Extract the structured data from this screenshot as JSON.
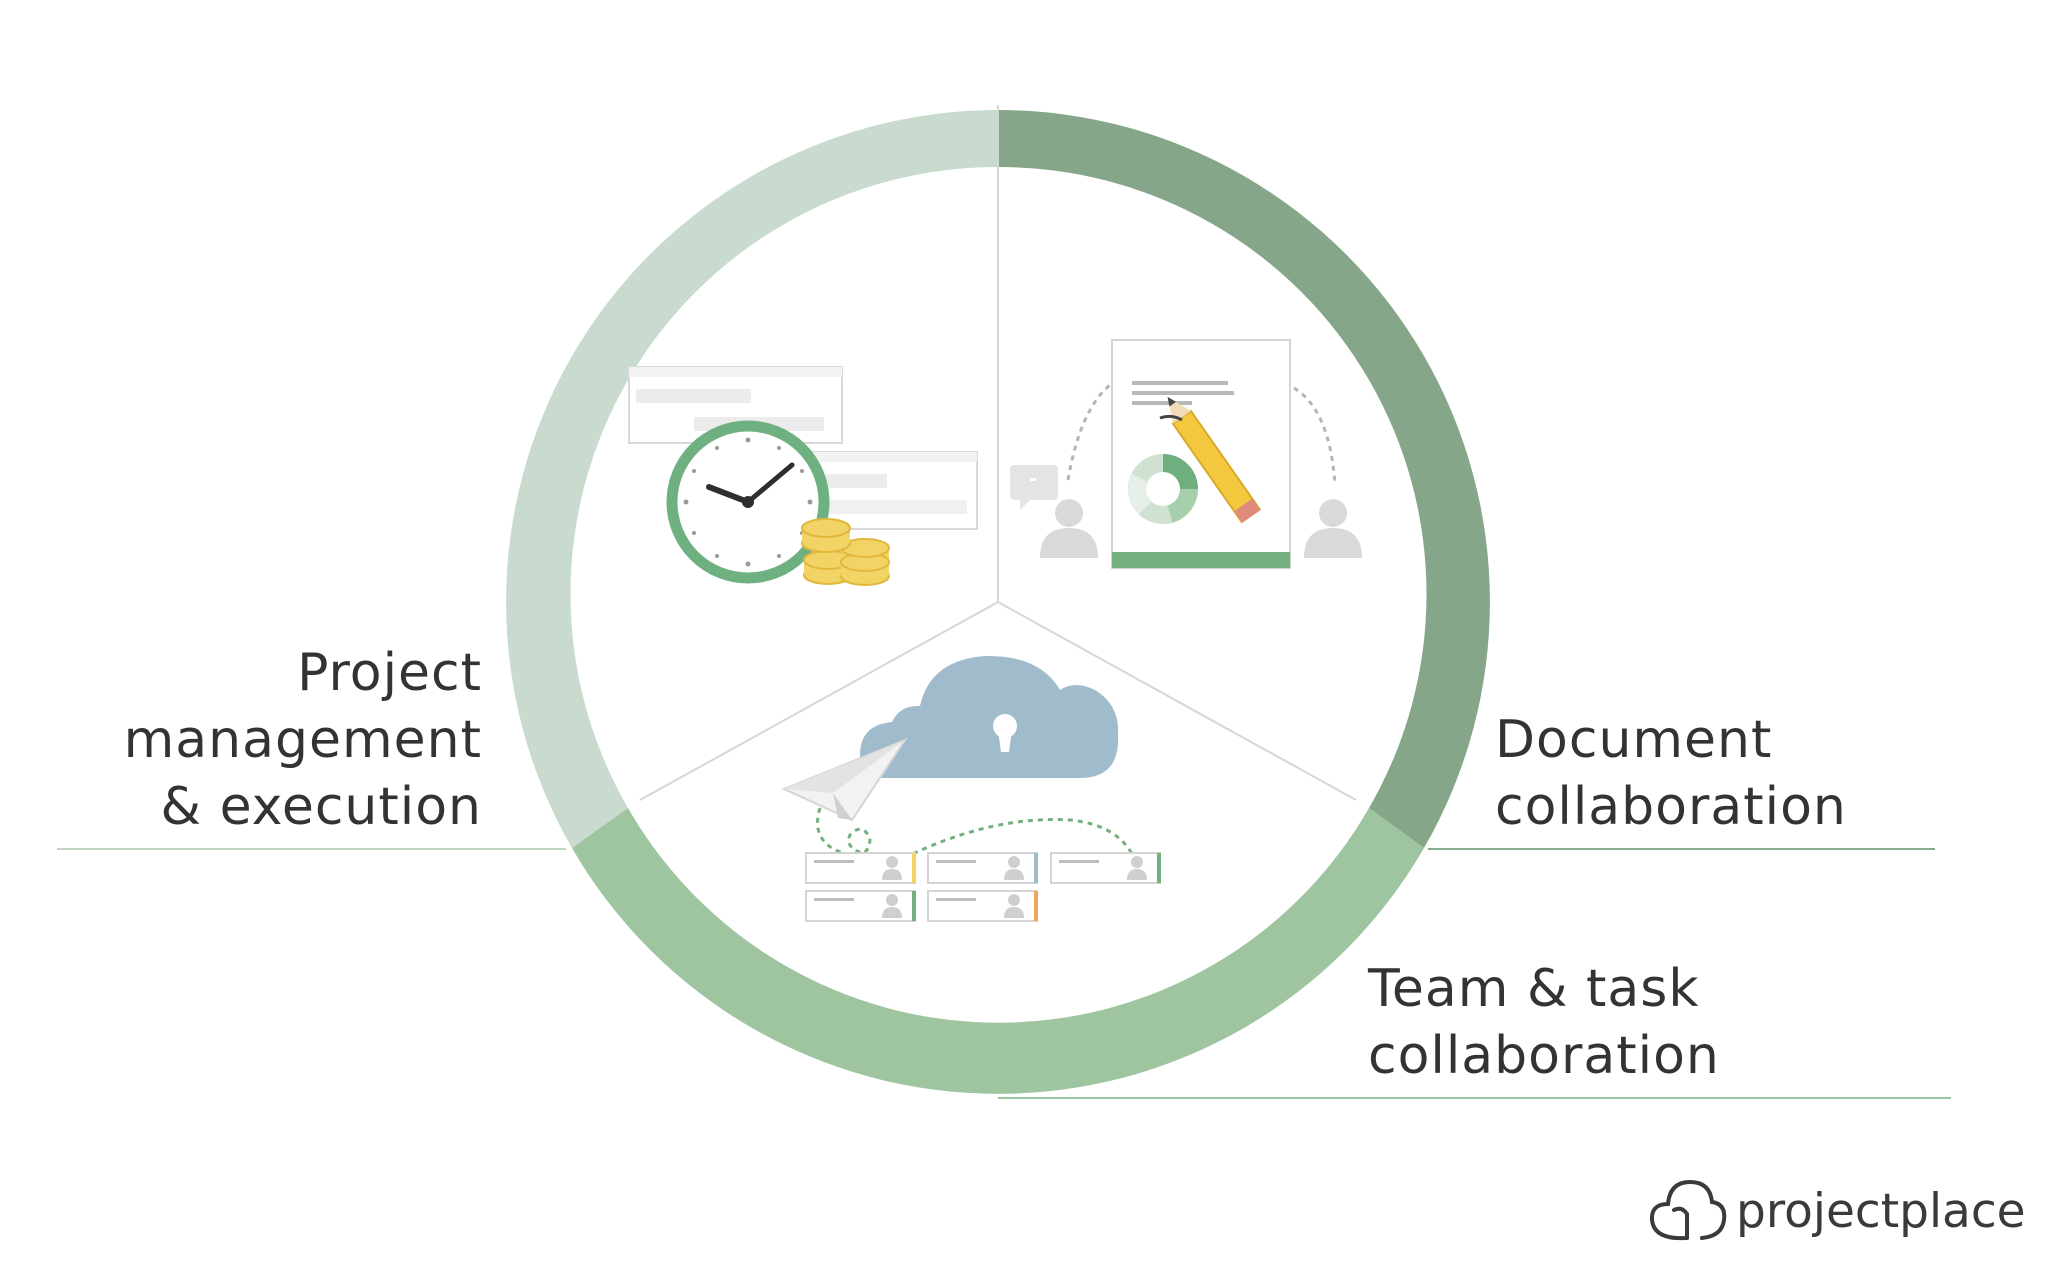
{
  "colors": {
    "segment_project": "#c8dbce",
    "segment_document": "#85a689",
    "segment_team": "#9ec5a0",
    "underline": "#87ac8e",
    "divider": "#d3d3d3",
    "clock_ring": "#6fb081",
    "coin": "#f2d365",
    "cloud": "#9fbbcc",
    "pencil": "#f3c73e",
    "doc_bar": "#74b07f"
  },
  "segments": [
    {
      "key": "project",
      "lines": [
        "Project",
        "management",
        "& execution"
      ],
      "icon": "clock-and-coins-icon"
    },
    {
      "key": "document",
      "lines": [
        "Document",
        "collaboration"
      ],
      "icon": "document-and-pencil-icon"
    },
    {
      "key": "team",
      "lines": [
        "Team & task",
        "collaboration"
      ],
      "icon": "cloud-lock-and-paper-plane-icon"
    }
  ],
  "brand": {
    "name": "projectplace",
    "icon": "projectplace-cloud-logo-icon"
  }
}
